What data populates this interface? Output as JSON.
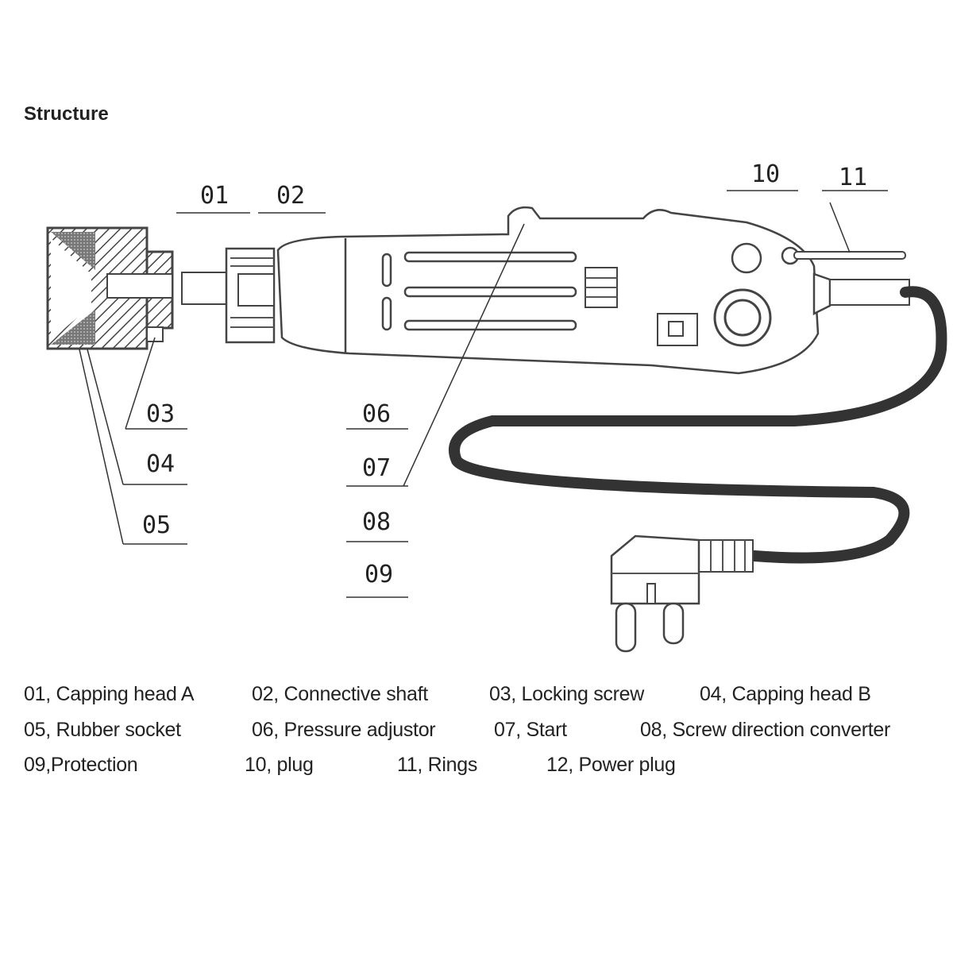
{
  "title": "Structure",
  "callouts": [
    "01",
    "02",
    "03",
    "04",
    "05",
    "06",
    "07",
    "08",
    "09",
    "10",
    "11"
  ],
  "legend": [
    [
      "01, Capping head A",
      "02, Connective shaft",
      "03, Locking screw",
      "04, Capping head B"
    ],
    [
      "05, Rubber socket",
      "06, Pressure adjustor",
      "07, Start",
      "08, Screw direction converter"
    ],
    [
      "09,Protection",
      "10, plug",
      "11, Rings",
      "12, Power plug"
    ]
  ]
}
